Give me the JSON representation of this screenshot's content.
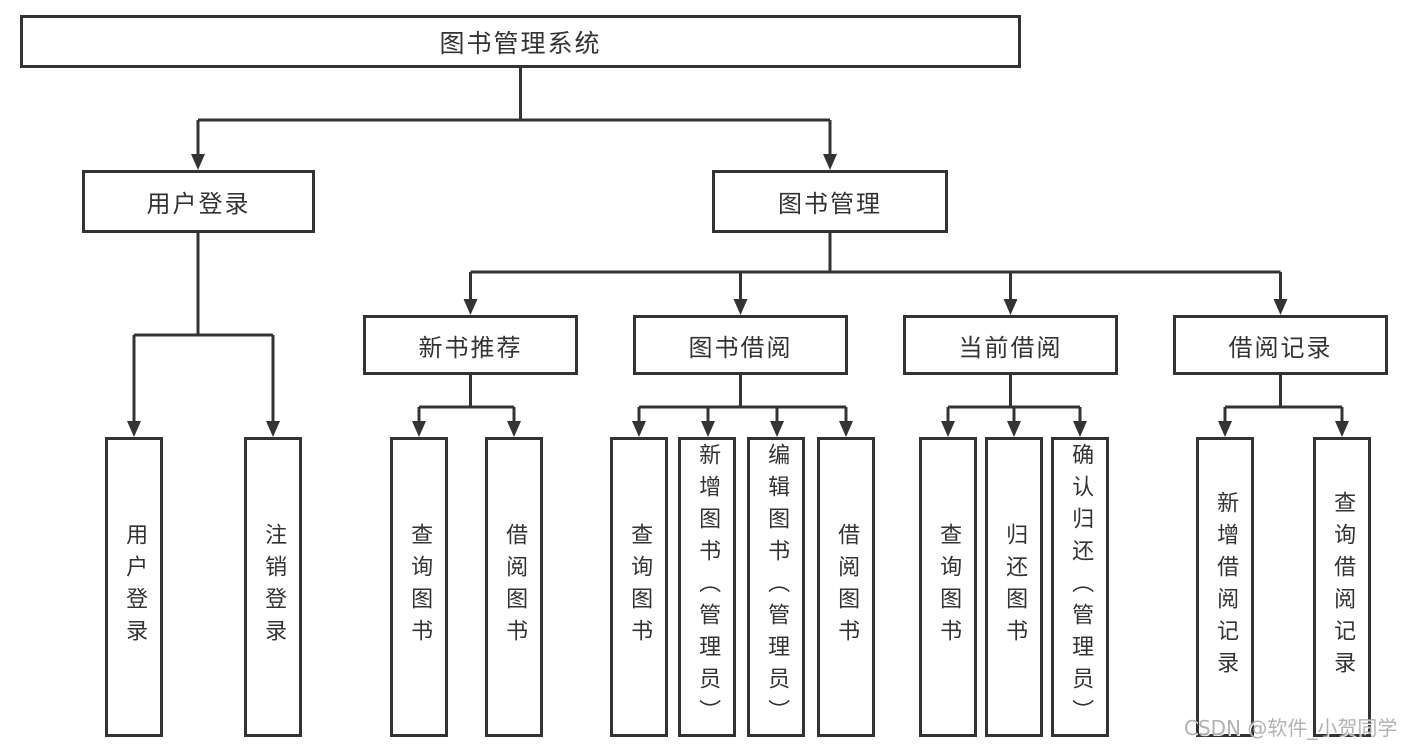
{
  "tree": {
    "label": "图书管理系统",
    "children": [
      {
        "label": "用户登录",
        "children": [
          {
            "label": "用户登录"
          },
          {
            "label": "注销登录"
          }
        ]
      },
      {
        "label": "图书管理",
        "children": [
          {
            "label": "新书推荐",
            "children": [
              {
                "label": "查询图书"
              },
              {
                "label": "借阅图书"
              }
            ]
          },
          {
            "label": "图书借阅",
            "children": [
              {
                "label": "查询图书"
              },
              {
                "label": "新增图书（管理员）"
              },
              {
                "label": "编辑图书（管理员）"
              },
              {
                "label": "借阅图书"
              }
            ]
          },
          {
            "label": "当前借阅",
            "children": [
              {
                "label": "查询图书"
              },
              {
                "label": "归还图书"
              },
              {
                "label": "确认归还（管理员）"
              }
            ]
          },
          {
            "label": "借阅记录",
            "children": [
              {
                "label": "新增借阅记录"
              },
              {
                "label": "查询借阅记录"
              }
            ]
          }
        ]
      }
    ]
  },
  "watermark": {
    "text": "CSDN @软件_小贺同学"
  },
  "colors": {
    "line": "#333333",
    "box_border": "#333333",
    "box_background": "#ffffff",
    "text": "#333333",
    "watermark": "#a5a5a5"
  }
}
